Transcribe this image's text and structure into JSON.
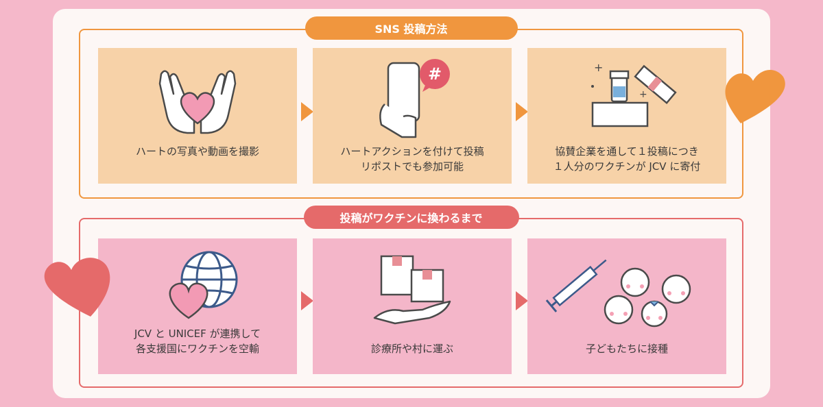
{
  "sections": [
    {
      "title": "SNS 投稿方法",
      "steps": [
        {
          "label_lines": [
            "ハートの写真や動画を撮影"
          ],
          "icon": "hands-heart-icon"
        },
        {
          "label_lines": [
            "ハートアクションを付けて投稿",
            "リポストでも参加可能"
          ],
          "icon": "phone-hashtag-icon"
        },
        {
          "label_lines": [
            "協賛企業を通して１投稿につき",
            "１人分のワクチンが JCV に寄付"
          ],
          "icon": "vaccine-box-icon"
        }
      ]
    },
    {
      "title": "投稿がワクチンに換わるまで",
      "steps": [
        {
          "label_lines": [
            "JCV と UNICEF が連携して",
            "各支援国にワクチンを空輸"
          ],
          "icon": "globe-heart-icon"
        },
        {
          "label_lines": [
            "診療所や村に運ぶ"
          ],
          "icon": "boxes-hand-icon"
        },
        {
          "label_lines": [
            "子どもたちに接種"
          ],
          "icon": "syringe-kids-icon"
        }
      ]
    }
  ],
  "colors": {
    "background": "#f5b8ca",
    "orange": "#f0963e",
    "orange_fill": "#f7d2a8",
    "red": "#e56a6a",
    "pink_fill": "#f4b6c9"
  }
}
